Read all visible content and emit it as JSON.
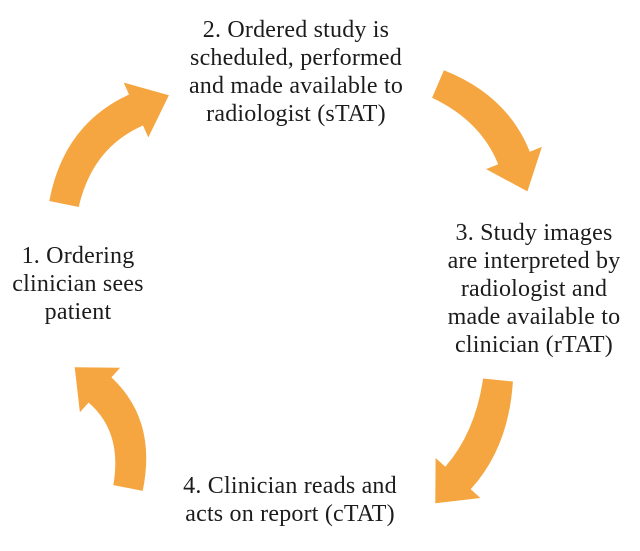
{
  "diagram": {
    "type": "cycle",
    "background_color": "#FFFFFF",
    "text_color": "#1C1C1C",
    "arrow_color": "#F5A640",
    "steps": [
      {
        "id": "step-1",
        "lines": [
          "1. Ordering",
          "clinician sees",
          "patient"
        ]
      },
      {
        "id": "step-2",
        "lines": [
          "2. Ordered study is",
          "scheduled, performed",
          "and made available to",
          "radiologist (sTAT)"
        ]
      },
      {
        "id": "step-3",
        "lines": [
          "3. Study images",
          "are interpreted by",
          "radiologist and",
          "made available to",
          "clinician (rTAT)"
        ]
      },
      {
        "id": "step-4",
        "lines": [
          "4. Clinician reads and",
          "acts on report (cTAT)"
        ]
      }
    ],
    "arrows": [
      {
        "name": "arrow-step1-to-step2",
        "direction": "up-right"
      },
      {
        "name": "arrow-step2-to-step3",
        "direction": "down-right"
      },
      {
        "name": "arrow-step3-to-step4",
        "direction": "down-left"
      },
      {
        "name": "arrow-step4-to-step1",
        "direction": "up-left"
      }
    ]
  }
}
